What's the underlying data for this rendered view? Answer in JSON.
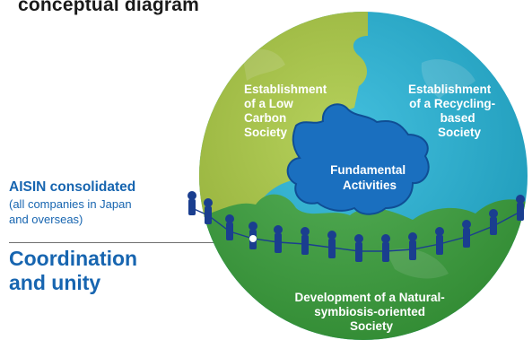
{
  "heading": "conceptual diagram",
  "left_panel": {
    "org_name": "AISIN consolidated",
    "org_sub_line1": "(all companies in Japan",
    "org_sub_line2": "and overseas)",
    "coordination_line1": "Coordination",
    "coordination_line2": "and unity"
  },
  "pieces": {
    "low_carbon": [
      "Establishment",
      "of a Low",
      "Carbon",
      "Society"
    ],
    "recycling": [
      "Establishment",
      "of a Recycling-",
      "based",
      "Society"
    ],
    "fundamental": [
      "Fundamental",
      "Activities"
    ],
    "natural": [
      "Development of a Natural-",
      "symbiosis-oriented",
      "Society"
    ]
  },
  "colors": {
    "brand_blue": "#1765b0",
    "low_carbon_green": "#a9c93f",
    "recycling_cyan": "#22b4d8",
    "natural_green": "#3aa33c",
    "fundamental_blue": "#1a6fbf",
    "people": "#1a3e8f"
  }
}
